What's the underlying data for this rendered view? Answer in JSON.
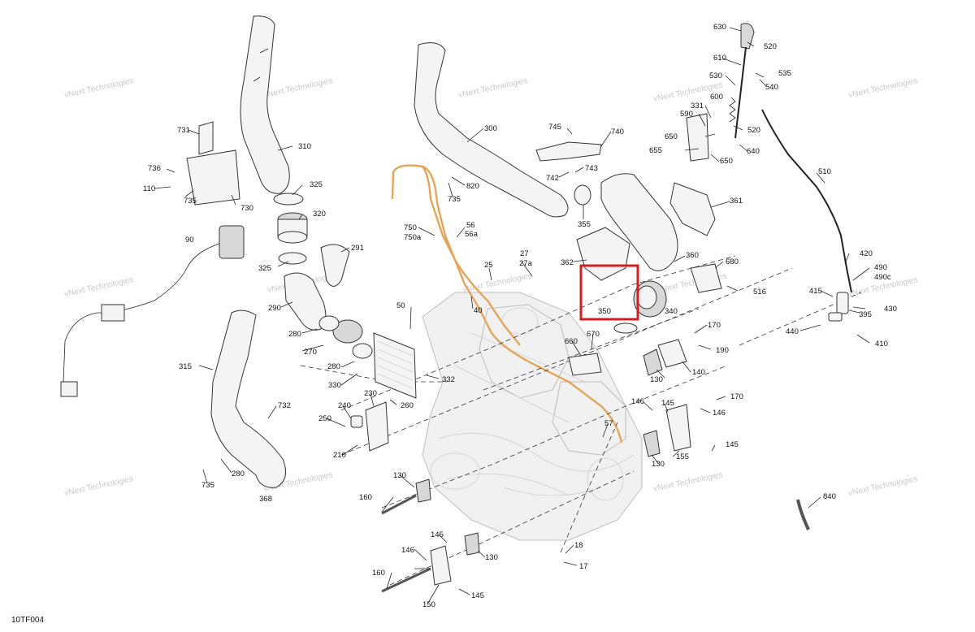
{
  "diagram": {
    "reference_code": "10TF004",
    "watermark_text": "vNext Technologies",
    "highlight": {
      "part_number": "350",
      "color": "#d21f1f"
    },
    "callouts": [
      {
        "id": "c310",
        "text": "310"
      },
      {
        "id": "c325a",
        "text": "325"
      },
      {
        "id": "c320",
        "text": "320"
      },
      {
        "id": "c325b",
        "text": "325"
      },
      {
        "id": "c291",
        "text": "291"
      },
      {
        "id": "c290",
        "text": "290"
      },
      {
        "id": "c280a",
        "text": "280"
      },
      {
        "id": "c270",
        "text": "270"
      },
      {
        "id": "c280b",
        "text": "280"
      },
      {
        "id": "c330",
        "text": "330"
      },
      {
        "id": "c731",
        "text": "731"
      },
      {
        "id": "c736",
        "text": "736"
      },
      {
        "id": "c110",
        "text": "110"
      },
      {
        "id": "c735a",
        "text": "735"
      },
      {
        "id": "c730",
        "text": "730"
      },
      {
        "id": "c90",
        "text": "90"
      },
      {
        "id": "c315",
        "text": "315"
      },
      {
        "id": "c732",
        "text": "732"
      },
      {
        "id": "c735b",
        "text": "735"
      },
      {
        "id": "c280c",
        "text": "280"
      },
      {
        "id": "c368",
        "text": "368"
      },
      {
        "id": "c300",
        "text": "300"
      },
      {
        "id": "c820",
        "text": "820"
      },
      {
        "id": "c735c",
        "text": "735"
      },
      {
        "id": "c750",
        "text": "750"
      },
      {
        "id": "c750a",
        "text": "750a"
      },
      {
        "id": "c56",
        "text": "56"
      },
      {
        "id": "c56a",
        "text": "56a"
      },
      {
        "id": "c745",
        "text": "745"
      },
      {
        "id": "c740",
        "text": "740"
      },
      {
        "id": "c742",
        "text": "742"
      },
      {
        "id": "c743",
        "text": "743"
      },
      {
        "id": "c355",
        "text": "355"
      },
      {
        "id": "c361",
        "text": "361"
      },
      {
        "id": "c362",
        "text": "362"
      },
      {
        "id": "c360",
        "text": "360"
      },
      {
        "id": "c350",
        "text": "350"
      },
      {
        "id": "c340",
        "text": "340"
      },
      {
        "id": "c680",
        "text": "680"
      },
      {
        "id": "c516",
        "text": "516"
      },
      {
        "id": "c27",
        "text": "27"
      },
      {
        "id": "c27a",
        "text": "27a"
      },
      {
        "id": "c25",
        "text": "25"
      },
      {
        "id": "c50",
        "text": "50"
      },
      {
        "id": "c40",
        "text": "40"
      },
      {
        "id": "c660",
        "text": "660"
      },
      {
        "id": "c670",
        "text": "670"
      },
      {
        "id": "c332",
        "text": "332"
      },
      {
        "id": "c260",
        "text": "260"
      },
      {
        "id": "c240",
        "text": "240"
      },
      {
        "id": "c230",
        "text": "230"
      },
      {
        "id": "c250",
        "text": "250"
      },
      {
        "id": "c210",
        "text": "210"
      },
      {
        "id": "c170a",
        "text": "170"
      },
      {
        "id": "c190",
        "text": "190"
      },
      {
        "id": "c130a",
        "text": "130"
      },
      {
        "id": "c140",
        "text": "140"
      },
      {
        "id": "c146a",
        "text": "146"
      },
      {
        "id": "c145a",
        "text": "145"
      },
      {
        "id": "c170b",
        "text": "170"
      },
      {
        "id": "c146b",
        "text": "146"
      },
      {
        "id": "c130b",
        "text": "130"
      },
      {
        "id": "c155",
        "text": "155"
      },
      {
        "id": "c145b",
        "text": "145"
      },
      {
        "id": "c57",
        "text": "57"
      },
      {
        "id": "c130c",
        "text": "130"
      },
      {
        "id": "c160a",
        "text": "160"
      },
      {
        "id": "c145c",
        "text": "145"
      },
      {
        "id": "c146c",
        "text": "146"
      },
      {
        "id": "c130d",
        "text": "130"
      },
      {
        "id": "c160b",
        "text": "160"
      },
      {
        "id": "c150",
        "text": "150"
      },
      {
        "id": "c145d",
        "text": "145"
      },
      {
        "id": "c18",
        "text": "18"
      },
      {
        "id": "c17",
        "text": "17"
      },
      {
        "id": "c630",
        "text": "630"
      },
      {
        "id": "c520a",
        "text": "520"
      },
      {
        "id": "c610",
        "text": "610"
      },
      {
        "id": "c535",
        "text": "535"
      },
      {
        "id": "c530",
        "text": "530"
      },
      {
        "id": "c540",
        "text": "540"
      },
      {
        "id": "c600",
        "text": "600"
      },
      {
        "id": "c331",
        "text": "331"
      },
      {
        "id": "c590",
        "text": "590"
      },
      {
        "id": "c520b",
        "text": "520"
      },
      {
        "id": "c650a",
        "text": "650"
      },
      {
        "id": "c655",
        "text": "655"
      },
      {
        "id": "c650b",
        "text": "650"
      },
      {
        "id": "c640",
        "text": "640"
      },
      {
        "id": "c510",
        "text": "510"
      },
      {
        "id": "c420",
        "text": "420"
      },
      {
        "id": "c490",
        "text": "490"
      },
      {
        "id": "c490c",
        "text": "490c"
      },
      {
        "id": "c415",
        "text": "415"
      },
      {
        "id": "c395",
        "text": "395"
      },
      {
        "id": "c430",
        "text": "430"
      },
      {
        "id": "c440",
        "text": "440"
      },
      {
        "id": "c410",
        "text": "410"
      },
      {
        "id": "c840",
        "text": "840"
      }
    ]
  }
}
